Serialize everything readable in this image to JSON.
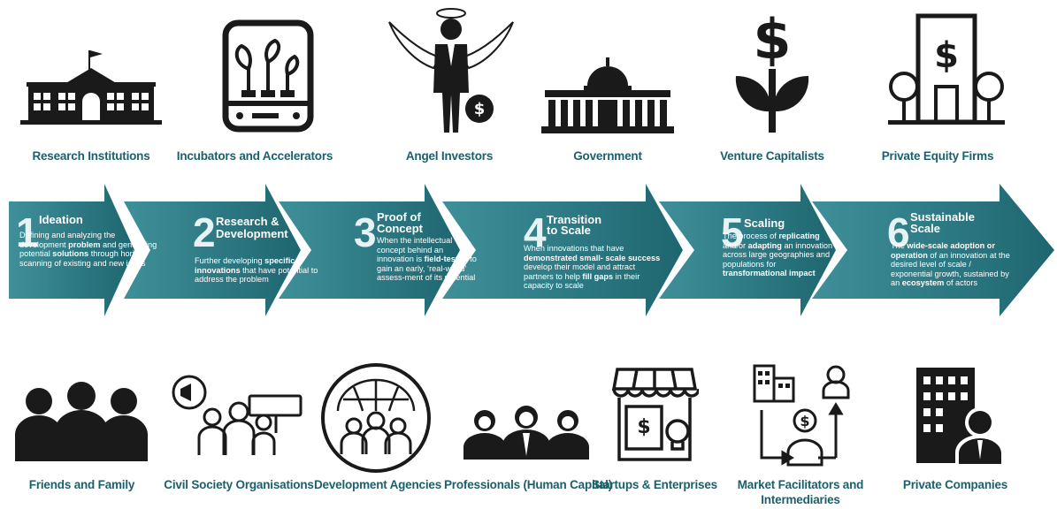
{
  "top_actors": [
    {
      "name": "Research Institutions",
      "icon": "research-institution-icon"
    },
    {
      "name": "Incubators and Accelerators",
      "icon": "incubator-icon"
    },
    {
      "name": "Angel Investors",
      "icon": "angel-investor-icon"
    },
    {
      "name": "Government",
      "icon": "government-building-icon"
    },
    {
      "name": "Venture Capitalists",
      "icon": "dollar-plant-icon"
    },
    {
      "name": "Private Equity Firms",
      "icon": "private-equity-building-icon"
    }
  ],
  "stages": [
    {
      "number": "1",
      "title_1": "Ideation",
      "title_2": "",
      "description_html": "Defining and analyzing the development <b>problem</b> and generating potential <b>solutions</b> through horizon scanning of existing and new ideas"
    },
    {
      "number": "2",
      "title_1": "Research &",
      "title_2": "Development",
      "description_html": "Further developing <b>specific innovations</b> that have potential to address the problem"
    },
    {
      "number": "3",
      "title_1": "Proof of",
      "title_2": "Concept",
      "description_html": "When the intellectual concept behind an innovation is <b>field-tested</b> to gain an early, ‘real-world’ assess-ment of its potential"
    },
    {
      "number": "4",
      "title_1": "Transition",
      "title_2": "to Scale",
      "description_html": "When innovations that have <b>demonstrated small- scale success</b> develop their model and attract partners to help <b>fill gaps</b> in their capacity to scale"
    },
    {
      "number": "5",
      "title_1": "Scaling",
      "title_2": "",
      "description_html": "The process of <b>replicating</b> and/or <b>adapting</b> an innovation across large geographies and populations for <b>transformational impact</b>"
    },
    {
      "number": "6",
      "title_1": "Sustainable",
      "title_2": "Scale",
      "description_html": "The <b>wide-scale adoption or operation</b> of an innovation at the desired level of scale / exponential growth, sustained by an <b>ecosystem</b> of actors"
    }
  ],
  "bottom_actors": [
    {
      "name": "Friends and Family",
      "icon": "people-group-icon"
    },
    {
      "name": "Civil Society Organisations",
      "icon": "protest-megaphone-icon"
    },
    {
      "name": "Development Agencies",
      "icon": "globe-people-icon"
    },
    {
      "name": "Professionals (Human Capital)",
      "icon": "professionals-icon"
    },
    {
      "name": "Startups & Enterprises",
      "icon": "storefront-icon"
    },
    {
      "name": "Market Facilitators and Intermediaries",
      "icon": "market-facilitator-icon"
    },
    {
      "name": "Private Companies",
      "icon": "company-building-icon"
    }
  ],
  "colors": {
    "arrow_light": "#3d8e98",
    "arrow_dark": "#14555f",
    "label": "#1c5f6a",
    "icon": "#1a1a1a"
  }
}
